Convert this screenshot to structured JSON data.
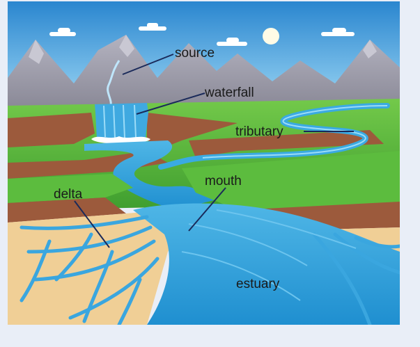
{
  "diagram": {
    "labels": {
      "source": "source",
      "waterfall": "waterfall",
      "tributary": "tributary",
      "mouth": "mouth",
      "delta": "delta",
      "estuary": "estuary"
    }
  },
  "colors": {
    "sky_top": "#2f8fd3",
    "sky_bottom": "#bfe0f4",
    "mountain": "#8d8c9a",
    "grass": "#55b93b",
    "soil": "#9c5a3c",
    "sand": "#f0cf96",
    "water": "#2e9fd8",
    "frame_bg": "#e9eef7"
  }
}
